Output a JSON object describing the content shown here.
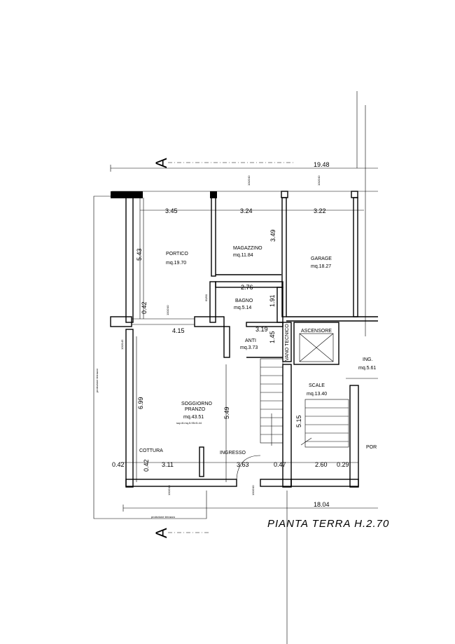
{
  "title": "PIANTA TERRA H.2.70",
  "section_marker": "A",
  "overall_dims": {
    "top": "19.48",
    "bottom": "18.04"
  },
  "rooms": {
    "portico": {
      "name": "PORTICO",
      "area": "mq.19.70"
    },
    "magazzino": {
      "name": "MAGAZZINO",
      "area": "mq.11.84"
    },
    "garage": {
      "name": "GARAGE",
      "area": "mq.18.27"
    },
    "bagno": {
      "name": "BAGNO",
      "area": "mq.5.14"
    },
    "anti": {
      "name": "ANTI",
      "area": "mq.3.73"
    },
    "vano_tecnico": {
      "name": "VANO TECNICO"
    },
    "ascensore": {
      "name": "ASCENSORE"
    },
    "ing": {
      "name": "ING.",
      "area": "mq.5.61"
    },
    "scale": {
      "name": "SCALE",
      "area": "mq.13.40"
    },
    "soggiorno": {
      "name1": "SOGGIORNO",
      "name2": "PRANZO",
      "area": "mq.43.51",
      "note": "sup.ill.mq.5.95>5.44"
    },
    "cottura": {
      "name": "COTTURA"
    },
    "ingresso": {
      "name": "INGRESSO"
    },
    "por": {
      "name": "POR"
    }
  },
  "dims": {
    "d345": "3.45",
    "d324": "3.24",
    "d322": "3.22",
    "d349": "3.49",
    "d543": "5.43",
    "d276": "2.76",
    "d191": "1.91",
    "d042a": "0.42",
    "d415": "4.15",
    "d319": "3.19",
    "d145": "1.45",
    "d699": "6.99",
    "d549": "5.49",
    "d515": "5.15",
    "d042b": "0.42",
    "d042c": "0.42",
    "d311": "3.11",
    "d363": "3.63",
    "d047": "0.47",
    "d260": "2.60",
    "d029": "0.29"
  },
  "window_labels": {
    "w1": "100/240",
    "w2": "100/240",
    "w3": "100/240",
    "w4": "100/240",
    "w5": "100/145",
    "w6": "60/90",
    "w7": "100/240",
    "w8": "100/240"
  },
  "projection_label": "proiezione terrazzo"
}
